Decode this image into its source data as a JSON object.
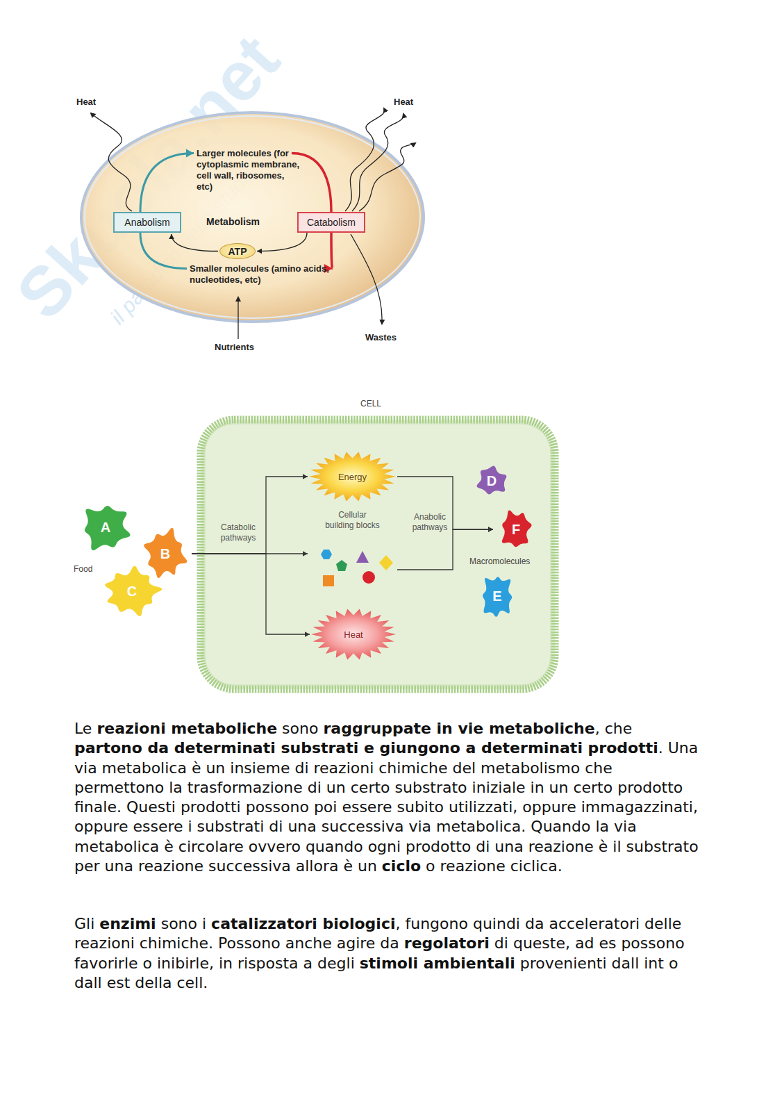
{
  "diagram": {
    "nodes": [
      {
        "text": [
          "Metabolism"
        ]
      },
      {
        "text": [
          "Larger molecules (for cytoplasmic membrane, cell wall, ribosomes, etc)"
        ],
        "in": 0
      },
      {
        "text": [
          "Anabolism"
        ],
        "in": 0
      },
      {
        "text": [
          "Catabolism"
        ],
        "in": 0
      },
      {
        "text": [
          "ATP"
        ],
        "in": 0
      },
      {
        "text": [
          "Smaller molecules (amino acids, nucleotides, etc)"
        ],
        "in": 0
      },
      {
        "text": [
          "CELL"
        ]
      },
      {
        "text": [
          "A"
        ]
      },
      {
        "text": [
          "B"
        ]
      },
      {
        "text": [
          "C"
        ]
      },
      {
        "text": [
          "Energy"
        ],
        "in": 6
      },
      {
        "text": [
          "Cellular building blocks"
        ],
        "in": 6
      },
      {
        "text": [
          "Heat"
        ],
        "in": 6
      },
      {
        "text": [
          "D"
        ]
      },
      {
        "text": [
          "F"
        ]
      },
      {
        "text": [
          "E"
        ]
      }
    ],
    "edges": [
      {
        "from": 2,
        "to": 1,
        "arrow": "to"
      },
      {
        "from": 5,
        "to": 2,
        "arrow": "none"
      },
      {
        "from": 1,
        "to": 3,
        "arrow": "none"
      },
      {
        "from": 3,
        "to": 5,
        "arrow": "to"
      },
      {
        "from": 3,
        "to": 4,
        "arrow": "to"
      },
      {
        "from": 4,
        "to": 2,
        "arrow": "to"
      },
      {
        "from": 8,
        "to": 10,
        "arrow": "to"
      },
      {
        "from": 8,
        "to": 11,
        "label": "Catabolic pathways",
        "arrow": "to"
      },
      {
        "from": 8,
        "to": 12,
        "arrow": "to"
      },
      {
        "from": 10,
        "to": 14,
        "arrow": "to"
      },
      {
        "from": 11,
        "to": 14,
        "label": "Anabolic pathways",
        "arrow": "to"
      }
    ],
    "labels": [
      "Skuola.net",
      "il paradiso dello studente",
      "Heat",
      "Heat",
      "Wastes",
      "Nutrients",
      "Food",
      "Macromolecules",
      "Le ",
      "reazioni metaboliche",
      " sono ",
      "raggruppate in vie metaboliche",
      ", che ",
      "partono da determinati substrati e giungono a determinati prodotti",
      ". Una via metabolica è un insieme di reazioni chimiche del metabolismo che permettono la trasformazione di un certo substrato iniziale in un certo prodotto finale. Questi prodotti possono poi essere subito utilizzati, oppure immagazzinati, oppure essere i substrati di una successiva via metabolica. Quando la via metabolica è circolare ovvero quando ogni prodotto di una reazione è il substrato per una reazione successiva allora è un ",
      "ciclo",
      " o reazione ciclica.",
      "Gli ",
      "enzimi",
      " sono i ",
      "catalizzatori biologici",
      ", fungono quindi da acceleratori delle reazioni chimiche. Possono anche agire da ",
      "regolatori",
      " di queste, ad es possono favorirle o inibirle, in risposta a degli ",
      "stimoli ambientali",
      " provenienti dall int o dall est della cell."
    ]
  }
}
